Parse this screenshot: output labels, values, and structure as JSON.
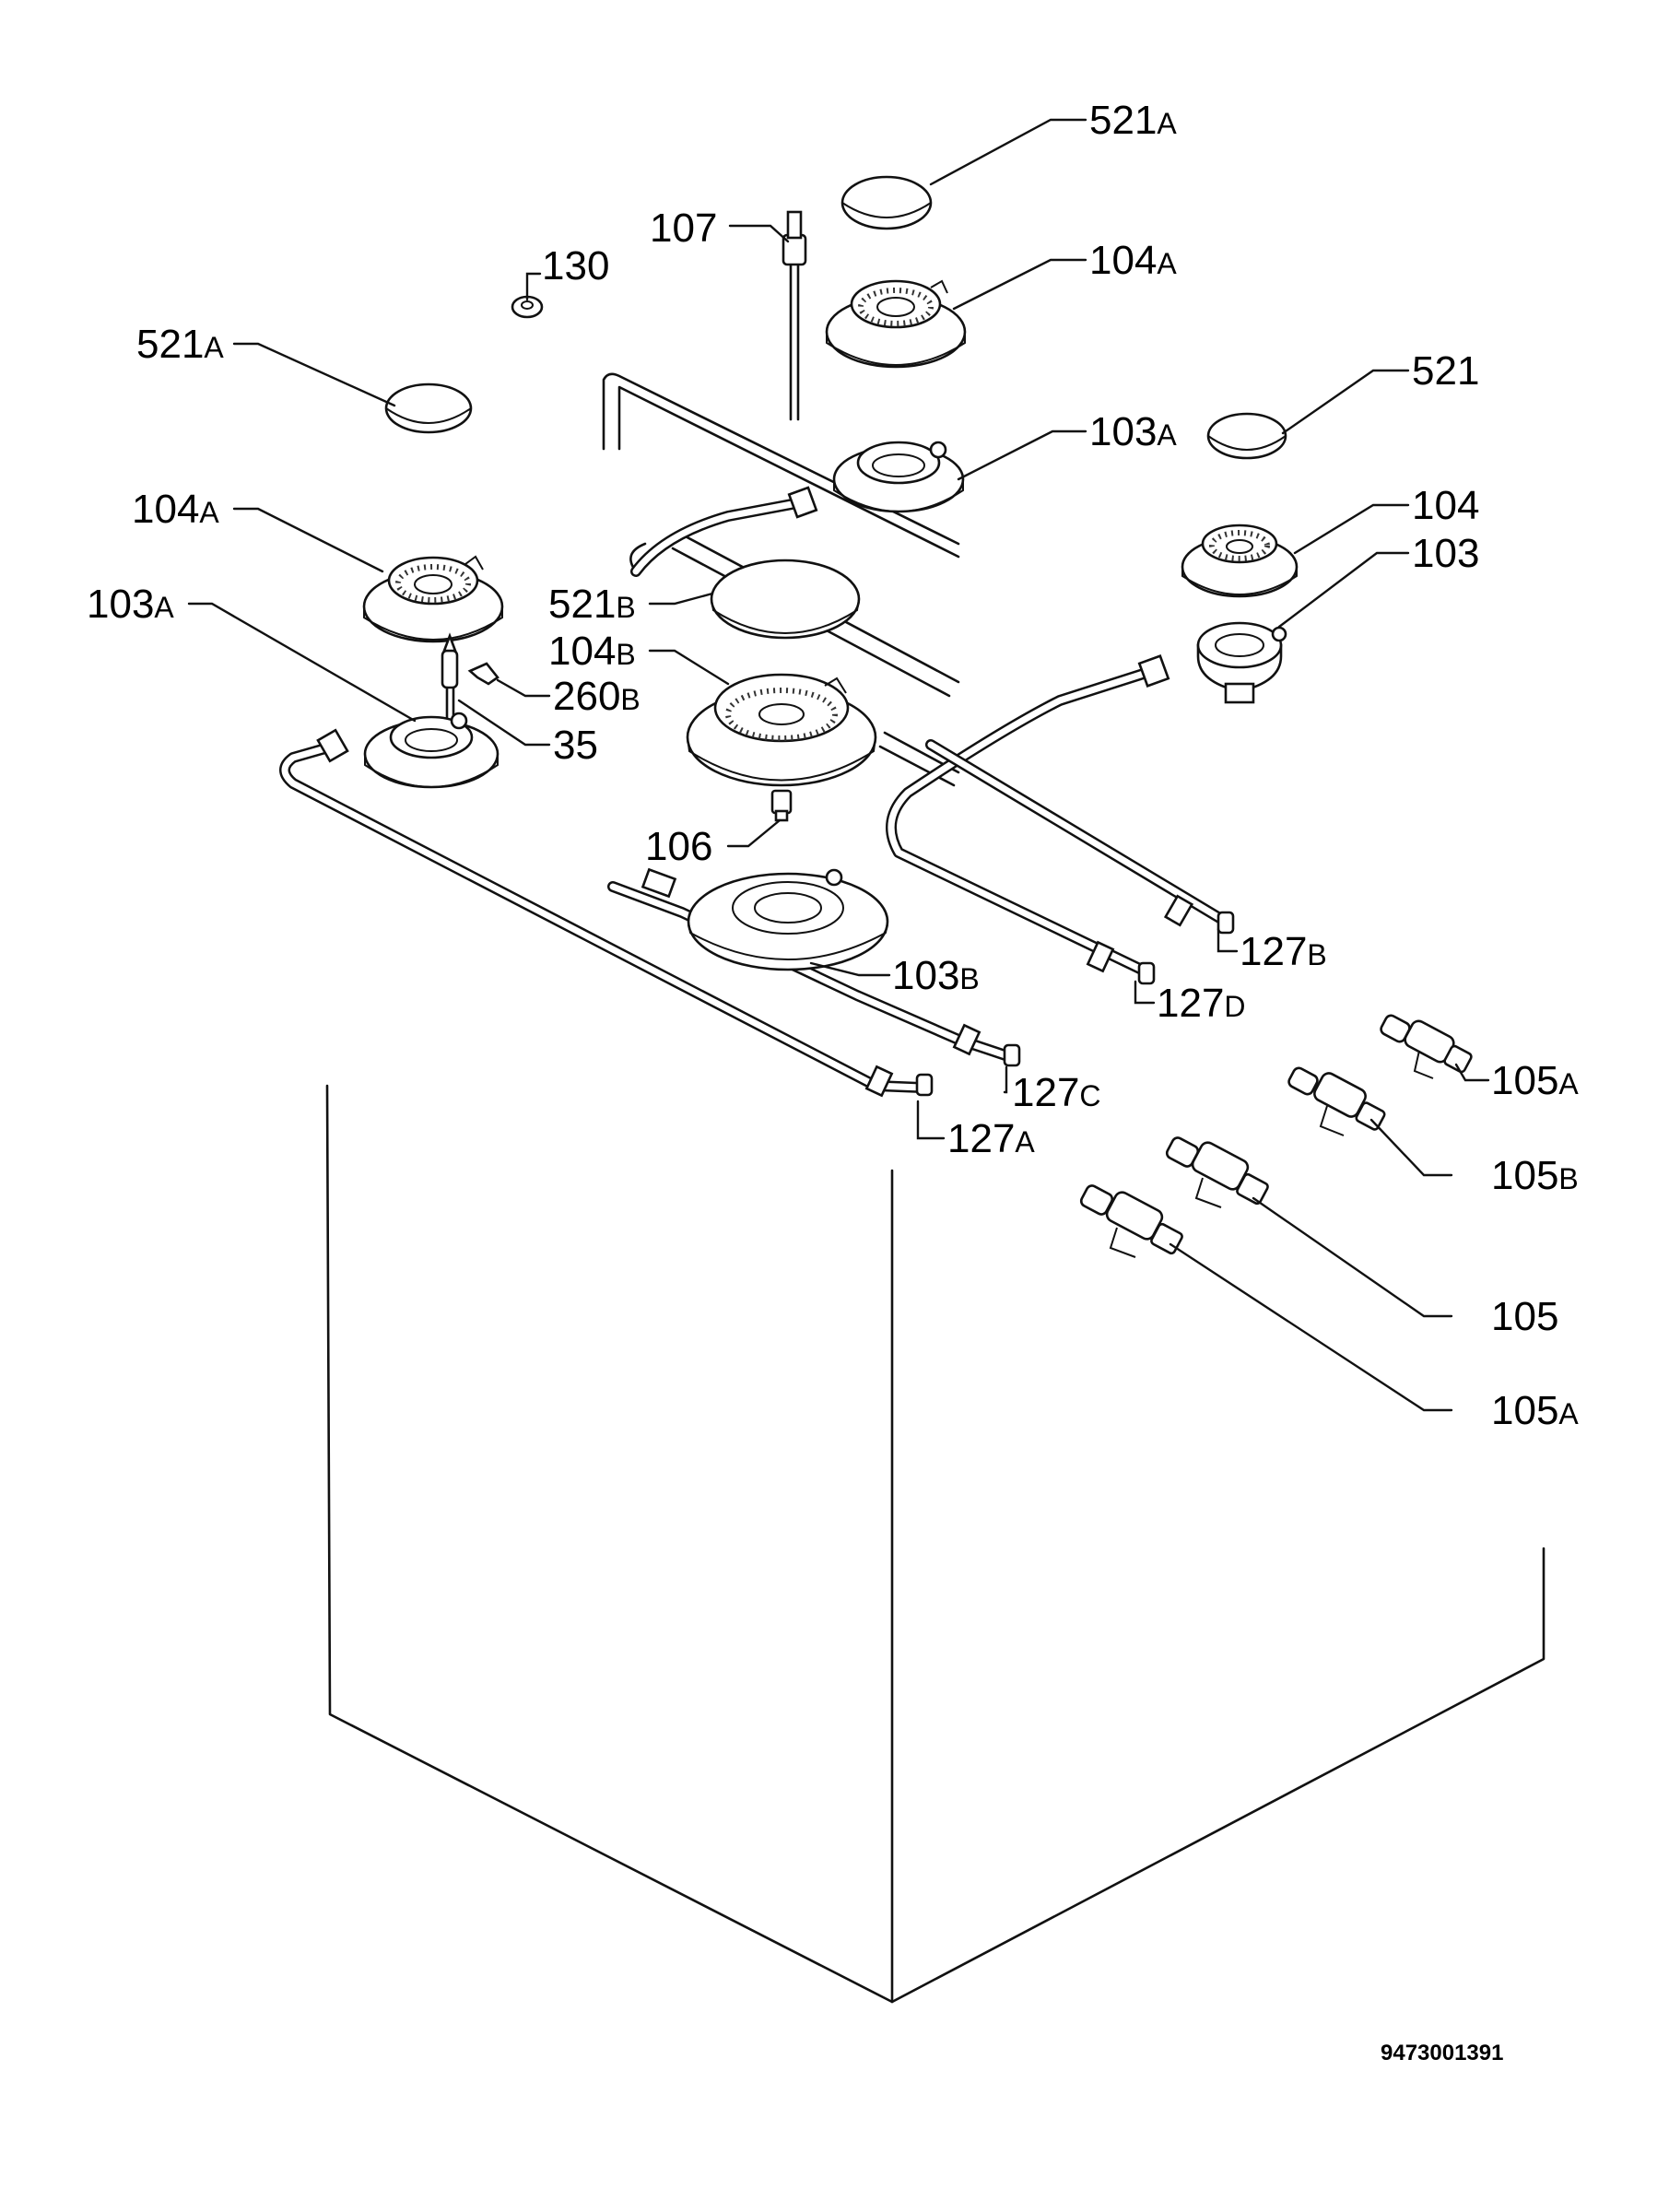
{
  "labels": {
    "l521a_top": {
      "main": "521",
      "sub": "A"
    },
    "l107": {
      "main": "107",
      "sub": ""
    },
    "l130": {
      "main": "130",
      "sub": ""
    },
    "l104a_top": {
      "main": "104",
      "sub": "A"
    },
    "l521a_left": {
      "main": "521",
      "sub": "A"
    },
    "l521": {
      "main": "521",
      "sub": ""
    },
    "l103a_top": {
      "main": "103",
      "sub": "A"
    },
    "l104a_left": {
      "main": "104",
      "sub": "A"
    },
    "l104": {
      "main": "104",
      "sub": ""
    },
    "l103": {
      "main": "103",
      "sub": ""
    },
    "l103a_left": {
      "main": "103",
      "sub": "A"
    },
    "l521b": {
      "main": "521",
      "sub": "B"
    },
    "l104b": {
      "main": "104",
      "sub": "B"
    },
    "l260b": {
      "main": "260",
      "sub": "B"
    },
    "l35": {
      "main": "35",
      "sub": ""
    },
    "l106": {
      "main": "106",
      "sub": ""
    },
    "l127b": {
      "main": "127",
      "sub": "B"
    },
    "l103b": {
      "main": "103",
      "sub": "B"
    },
    "l127d": {
      "main": "127",
      "sub": "D"
    },
    "l105a_top": {
      "main": "105",
      "sub": "A"
    },
    "l127c": {
      "main": "127",
      "sub": "C"
    },
    "l105b": {
      "main": "105",
      "sub": "B"
    },
    "l127a": {
      "main": "127",
      "sub": "A"
    },
    "l105": {
      "main": "105",
      "sub": ""
    },
    "l105a_bottom": {
      "main": "105",
      "sub": "A"
    }
  },
  "drawing_code": "9473001391"
}
